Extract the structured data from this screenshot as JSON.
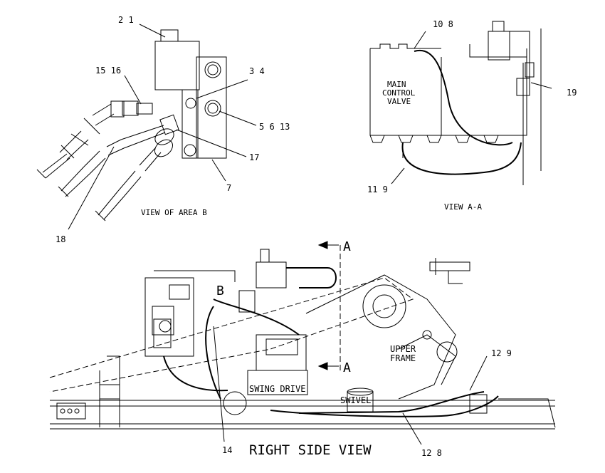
{
  "callouts": {
    "c21": "2 1",
    "c1516": "15 16",
    "c34": "3 4",
    "c5613": "5 6 13",
    "c17": "17",
    "c7": "7",
    "c18": "18",
    "c108": "10 8",
    "c19": "19",
    "c119": "11 9",
    "c129": "12 9",
    "c128": "12 8",
    "c14": "14"
  },
  "views": {
    "area_b": "VIEW OF AREA B",
    "a_a": "VIEW A-A",
    "right_side": "RIGHT SIDE VIEW"
  },
  "labels": {
    "main_control_valve": [
      "MAIN",
      "CONTROL",
      "VALVE"
    ],
    "upper_frame": [
      "UPPER",
      "FRAME"
    ],
    "swing_drive": "SWING DRIVE",
    "swivel": "SWIVEL",
    "section_a_top": "A",
    "section_a_bottom": "A",
    "area_b": "B"
  }
}
